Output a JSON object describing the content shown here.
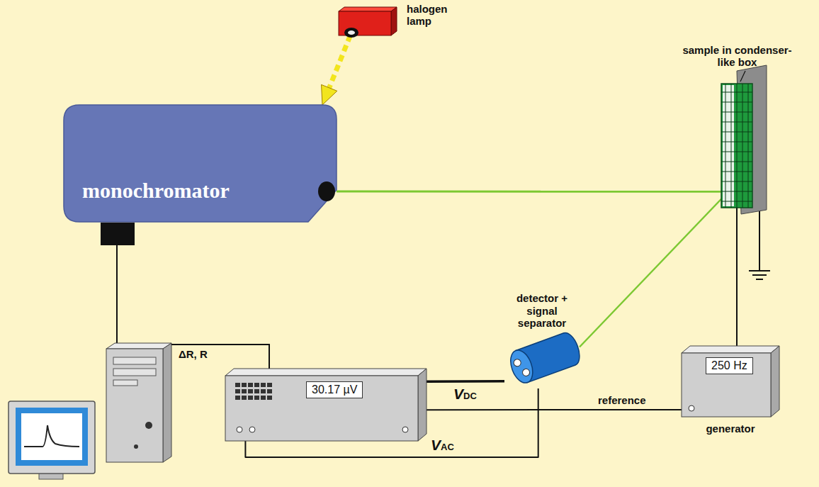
{
  "diagram": {
    "nodes": [
      {
        "text": [
          "halogen lamp"
        ]
      },
      {
        "text": [
          "monochromator"
        ]
      },
      {
        "text": [
          "sample in condenser-like box"
        ]
      },
      {
        "text": [
          "detector + signal separator"
        ]
      },
      {
        "text": [
          "30.17 µV"
        ]
      },
      {
        "text": [
          "250 Hz",
          "generator"
        ]
      }
    ],
    "edges": [
      {
        "from": 0,
        "to": 1,
        "arrow": "to"
      },
      {
        "from": 1,
        "to": 2,
        "arrow": "none"
      },
      {
        "from": 2,
        "to": 3,
        "arrow": "none"
      },
      {
        "from": 3,
        "to": 4,
        "label": "VDC",
        "arrow": "none"
      },
      {
        "from": 3,
        "to": 4,
        "label": "VAC",
        "arrow": "none"
      },
      {
        "from": 5,
        "to": 4,
        "label": "reference",
        "arrow": "none"
      },
      {
        "from": 5,
        "to": 2,
        "arrow": "none"
      }
    ],
    "labels": [
      "ΔR, R"
    ]
  }
}
